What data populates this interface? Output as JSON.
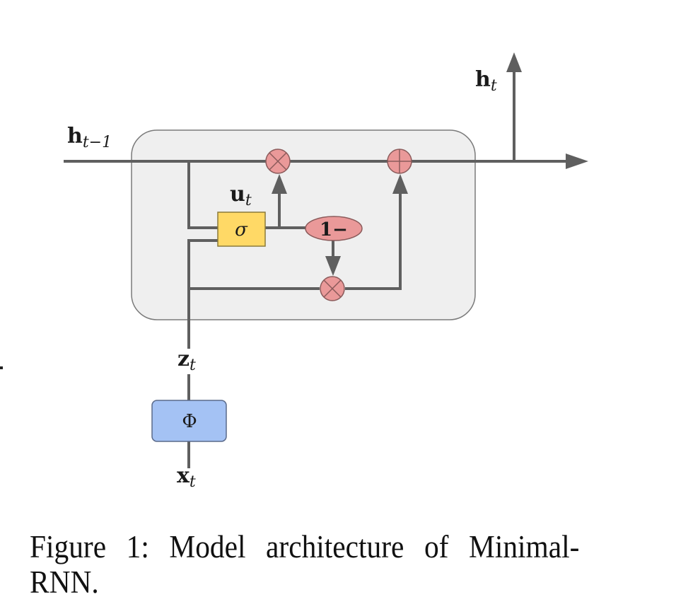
{
  "figure": {
    "title": "Model architecture of MinimalRNN",
    "colors": {
      "line": "#5f5f5f",
      "cell_fill": "#efefef",
      "cell_stroke": "#7a7a7a",
      "gate_fill": "#ffd966",
      "gate_stroke": "#8a7a3a",
      "op_fill": "#ea9999",
      "op_stroke": "#8a5a5a",
      "phi_fill": "#a4c2f4",
      "phi_stroke": "#5a6a8a"
    },
    "labels": {
      "h_prev": {
        "main": "h",
        "sub": "t−1"
      },
      "h_t": {
        "main": "h",
        "sub": "t"
      },
      "u_t": {
        "main": "u",
        "sub": "t"
      },
      "z_t": {
        "main": "z",
        "sub": "t"
      },
      "x_t": {
        "main": "x",
        "sub": "t"
      }
    },
    "nodes": {
      "sigma": "σ",
      "one_minus": "1−",
      "phi": "Φ",
      "multiply_top": "⊗",
      "add": "⊕",
      "multiply_bottom": "⊗"
    }
  },
  "caption": "Figure 1:  Model architecture of Minimal-RNN."
}
